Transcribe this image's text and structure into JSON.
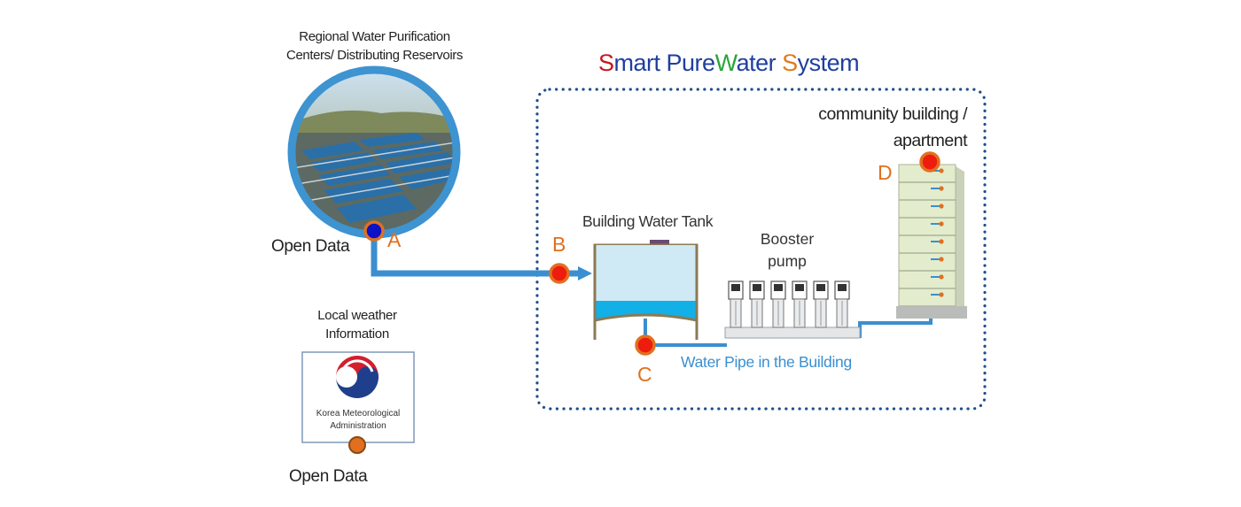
{
  "reservoir": {
    "label_line1": "Regional Water Purification",
    "label_line2": "Centers/ Distributing  Reservoirs",
    "open_data_label": "Open Data",
    "point_label": "A"
  },
  "weather": {
    "label_line1": "Local weather",
    "label_line2": "Information",
    "logo_line1": "Korea Meteorological",
    "logo_line2": "Administration",
    "open_data_label": "Open Data"
  },
  "system": {
    "title_parts": [
      {
        "text": "S",
        "color": "#c8161d"
      },
      {
        "text": "mart ",
        "color": "#1f3f9f"
      },
      {
        "text": "Pure",
        "color": "#1f3f9f"
      },
      {
        "text": "W",
        "color": "#2aa53a"
      },
      {
        "text": "ater ",
        "color": "#1f3f9f"
      },
      {
        "text": "S",
        "color": "#e07a1b"
      },
      {
        "text": "ystem",
        "color": "#1f3f9f"
      }
    ],
    "building_label_line1": "community building /",
    "building_label_line2": "apartment",
    "tank_label": "Building Water Tank",
    "pump_label_line1": "Booster",
    "pump_label_line2": "pump",
    "pipe_label": "Water Pipe in the Building",
    "point_b": "B",
    "point_c": "C",
    "point_d": "D"
  },
  "colors": {
    "pipe": "#3b8fd0",
    "ring": "#3e93d1",
    "dotted_border": "#1f4e8c",
    "point_orange": "#e0701f",
    "sensor_red": "#ee1c0f",
    "sensor_blue": "#0b12c8",
    "building_green": "#e3eccc",
    "tank_water": "#12b0e6",
    "tank_water_light": "#bfe4f2",
    "kma_blue": "#1f3f8c",
    "kma_red": "#d31f2e"
  }
}
